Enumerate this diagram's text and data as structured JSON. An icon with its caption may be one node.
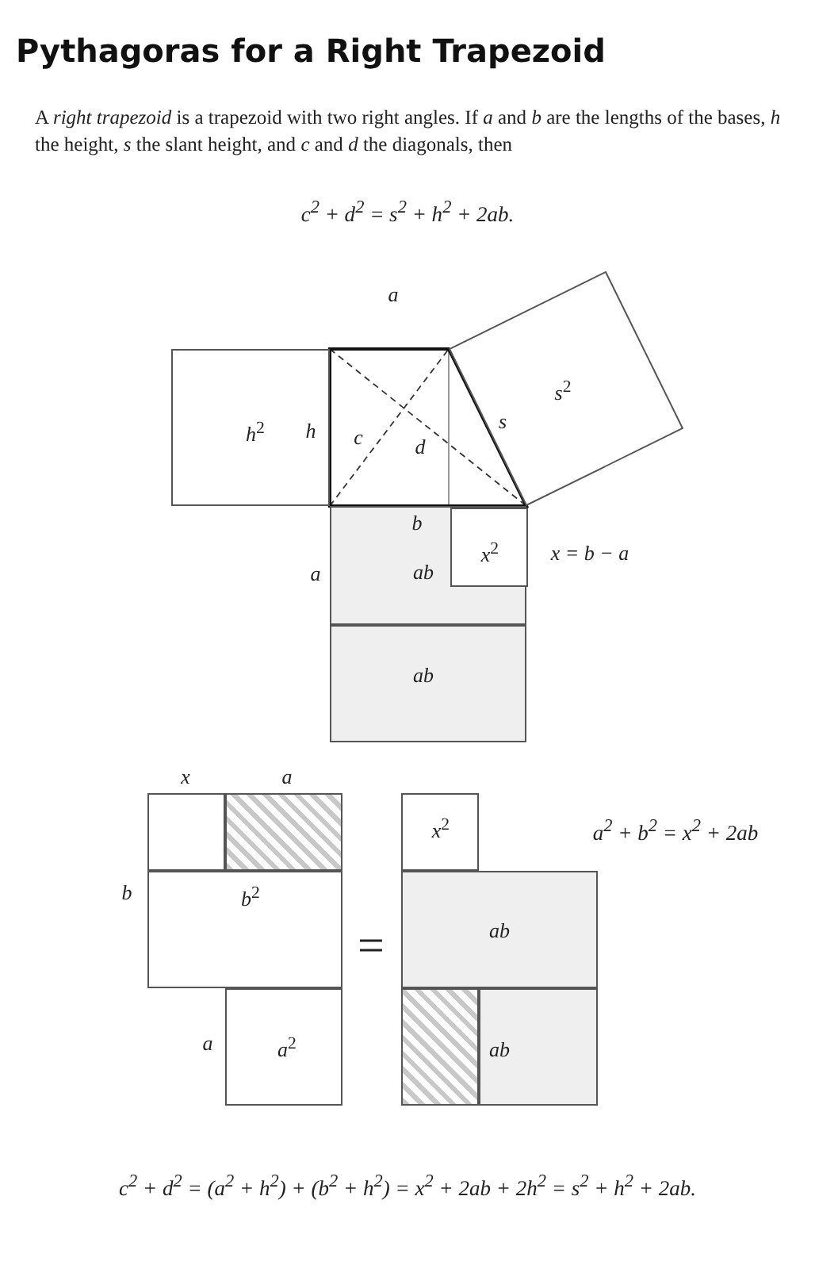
{
  "diagram": {
    "title": "Pythagoras for a Right Trapezoid",
    "nodes": [
      {
        "text": [
          "*h*$^{2}$"
        ]
      },
      {
        "text": [
          "*s*$^{2}$"
        ]
      },
      {
        "text": [
          "*ab*"
        ]
      },
      {
        "text": [
          "*x*$^{2}$"
        ],
        "in": 2
      },
      {
        "text": [
          "*ab*"
        ]
      },
      {
        "text": [],
        "shape": "box"
      },
      {
        "text": [],
        "shape": "box"
      },
      {
        "text": [
          "*x*$^{2}$"
        ]
      },
      {
        "text": [
          "*b*$^{2}$"
        ]
      },
      {
        "text": [
          "*ab*"
        ]
      },
      {
        "text": [
          "*a*$^{2}$"
        ]
      },
      {
        "text": [],
        "shape": "box"
      },
      {
        "text": [
          "*ab*"
        ]
      }
    ],
    "edges": [],
    "labels": [
      "A *right trapezoid* is a trapezoid with two right angles. If *a* and *b* are the lengths of the bases, *h* the height, *s* the slant height, and *c* and *d* the diagonals, then",
      "c$^{2}$ + d$^{2}$ = s$^{2}$ + h$^{2}$ + 2ab.",
      "*a*",
      "*h*",
      "*c*",
      "*s*",
      "*d*",
      "*b*",
      "*x* = *b* − *a*",
      "*a*",
      "*x*",
      "*a*",
      "a$^{2}$ + b$^{2}$ = x$^{2}$ + 2ab",
      "*b*",
      "=",
      "*a*",
      "c$^{2}$ + d$^{2}$ = (a$^{2}$ + h$^{2}$) + (b$^{2}$ + h$^{2}$) = x$^{2}$ + 2ab + 2h$^{2}$ = s$^{2}$ + h$^{2}$ + 2ab."
    ]
  }
}
